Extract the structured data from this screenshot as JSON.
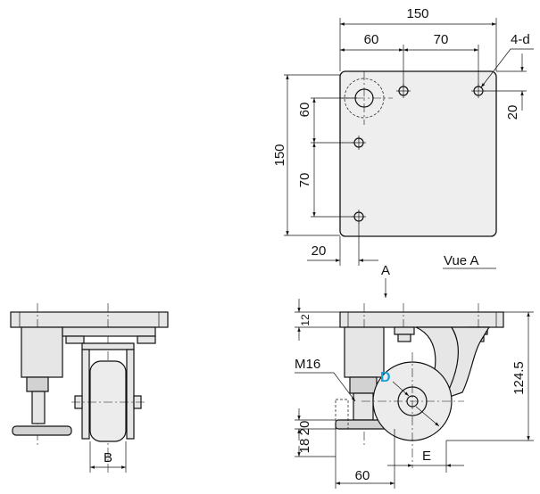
{
  "top_view": {
    "dim_overall_width": "150",
    "dim_hole_spacing_x1": "60",
    "dim_hole_spacing_x2": "70",
    "dim_hole_label": "4-d",
    "dim_overall_height": "150",
    "dim_hole_spacing_y1": "60",
    "dim_hole_spacing_y2": "70",
    "dim_hole_offset_y": "20",
    "dim_hole_offset_x": "20",
    "view_label": "Vue A"
  },
  "side_view": {
    "view_arrow_label": "A",
    "dim_plate_thickness": "12",
    "dim_thread_label": "M16",
    "dim_wheel_label": "D",
    "dim_overall_height": "124.5",
    "dim_foot_height": "20",
    "dim_foot_height2": "18",
    "dim_foot_offset": "60",
    "dim_e_label": "E"
  },
  "front_view": {
    "dim_b_label": "B"
  },
  "colors": {
    "highlight": "#1a9fd8",
    "line": "#111111",
    "fill": "#e6e6e6"
  }
}
